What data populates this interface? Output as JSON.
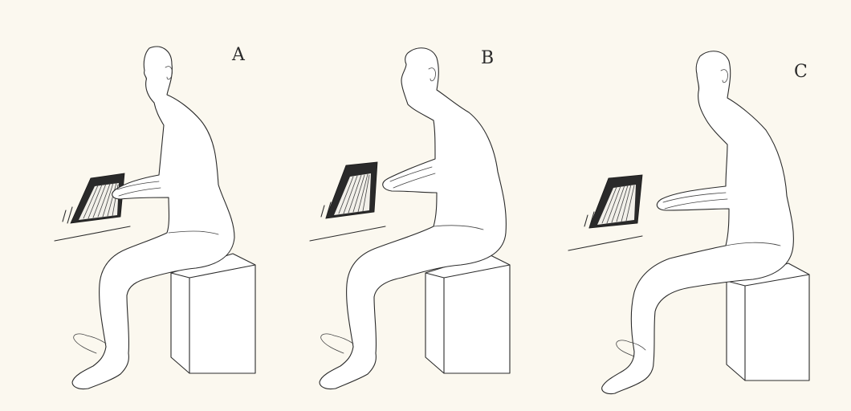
{
  "figures": [
    {
      "id": "A",
      "label": "A"
    },
    {
      "id": "B",
      "label": "B"
    },
    {
      "id": "C",
      "label": "C"
    }
  ],
  "colors": {
    "paper": "#fbf8ef",
    "ink": "#2b2b2b",
    "keyboard": "#2a2a2a"
  }
}
